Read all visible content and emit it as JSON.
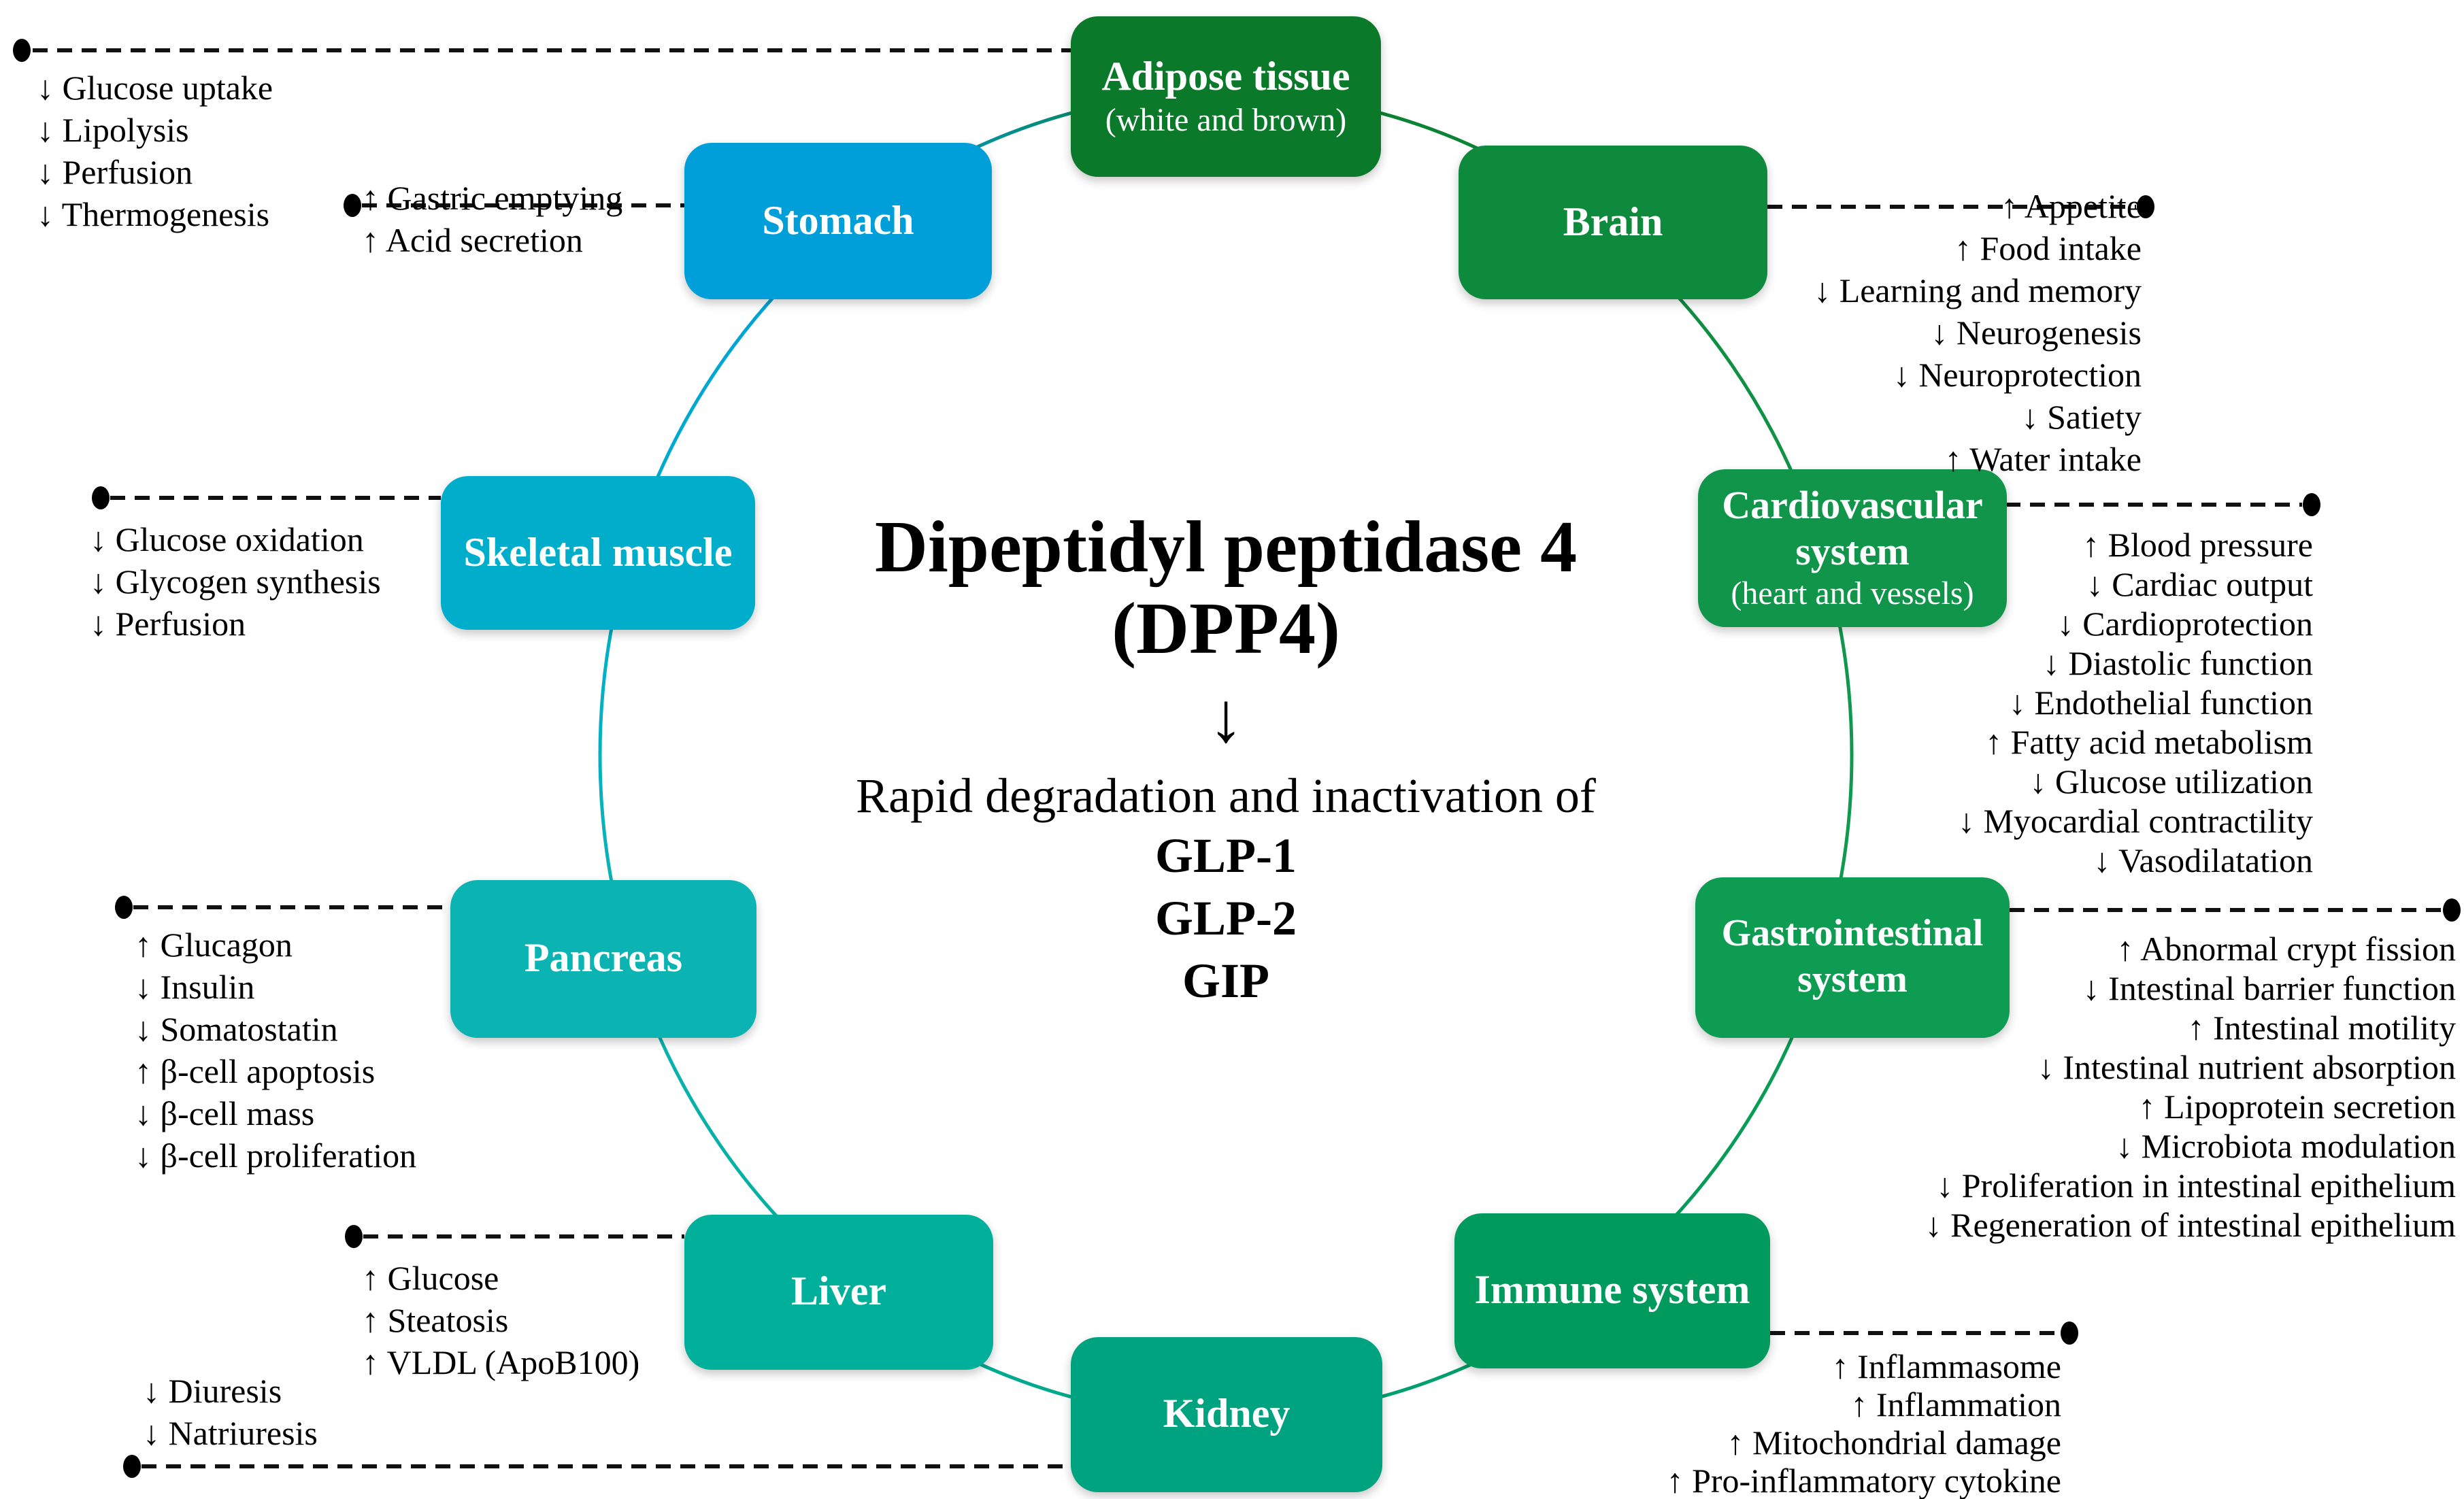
{
  "center": {
    "title1": "Dipeptidyl peptidase 4",
    "title2": "(DPP4)",
    "arrow": "↓",
    "subtitle": "Rapid degradation and inactivation of",
    "targets": [
      "GLP-1",
      "GLP-2",
      "GIP"
    ]
  },
  "nodes": [
    {
      "id": "adipose-tissue",
      "label": "Adipose tissue",
      "sublabel": "(white and brown)",
      "color": "#0A7A2A",
      "effects": [
        "↓ Glucose uptake",
        "↓ Lipolysis",
        "↓ Perfusion",
        "↓ Thermogenesis"
      ]
    },
    {
      "id": "brain",
      "label": "Brain",
      "color": "#0E8A3D",
      "effects": [
        "↑ Appetite",
        "↑ Food intake",
        "↓ Learning and memory",
        "↓ Neurogenesis",
        "↓ Neuroprotection",
        "↓ Satiety",
        "↑ Water intake"
      ]
    },
    {
      "id": "cardiovascular-system",
      "label": "Cardiovascular system",
      "sublabel": "(heart and vessels)",
      "color": "#11954B",
      "effects": [
        "↑ Blood pressure",
        "↓ Cardiac output",
        "↓ Cardioprotection",
        "↓ Diastolic function",
        "↓ Endothelial function",
        "↑ Fatty acid metabolism",
        "↓ Glucose utilization",
        "↓ Myocardial contractility",
        "↓ Vasodilatation"
      ]
    },
    {
      "id": "gastrointestinal-system",
      "label": "Gastrointestinal system",
      "color": "#0E9C52",
      "effects": [
        "↑ Abnormal crypt fission",
        "↓ Intestinal barrier function",
        "↑ Intestinal motility",
        "↓ Intestinal nutrient absorption",
        "↑ Lipoprotein secretion",
        "↓ Microbiota modulation",
        "↓ Proliferation in intestinal epithelium",
        "↓ Regeneration of intestinal epithelium"
      ]
    },
    {
      "id": "immune-system",
      "label": "Immune system",
      "color": "#009B5C",
      "effects": [
        "↑ Inflammasome",
        "↑ Inflammation",
        "↑ Mitochondrial damage",
        "↑ Pro-inflammatory cytokine"
      ]
    },
    {
      "id": "kidney",
      "label": "Kidney",
      "color": "#00A380",
      "effects": [
        "↓ Diuresis",
        "↓ Natriuresis"
      ]
    },
    {
      "id": "liver",
      "label": "Liver",
      "color": "#00B09B",
      "effects": [
        "↑ Glucose",
        "↑ Steatosis",
        "↑ VLDL (ApoB100)"
      ]
    },
    {
      "id": "pancreas",
      "label": "Pancreas",
      "color": "#0CB3B3",
      "effects": [
        "↑ Glucagon",
        "↓ Insulin",
        "↓ Somatostatin",
        "↑ β-cell apoptosis",
        "↓ β-cell mass",
        "↓ β-cell proliferation"
      ]
    },
    {
      "id": "skeletal-muscle",
      "label": "Skeletal muscle",
      "color": "#00AECB",
      "effects": [
        "↓ Glucose oxidation",
        "↓ Glycogen synthesis",
        "↓ Perfusion"
      ]
    },
    {
      "id": "stomach",
      "label": "Stomach",
      "color": "#009FD9",
      "effects": [
        "↑ Gastric emptying",
        "↑ Acid secretion"
      ]
    }
  ]
}
